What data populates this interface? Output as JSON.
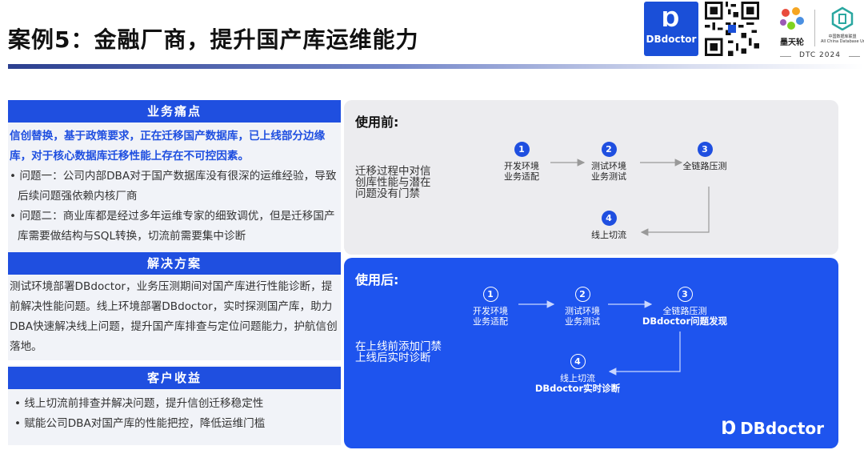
{
  "title": "案例5：金融厂商，提升国产库运维能力",
  "header": {
    "dbdoctor_logo": {
      "mark": "Ɒ",
      "word": "DBdoctor"
    },
    "qr_icon": "qr-code-icon",
    "mtl_text": "墨天轮",
    "alliance_text": "中国数据库联盟",
    "alliance_sub": "All China Database Union",
    "event": "DTC 2024"
  },
  "pain": {
    "heading": "业务痛点",
    "lead": "信创替换，基于政策要求，正在迁移国产数据库，已上线部分边缘库，对于核心数据库迁移性能上存在不可控因素。",
    "bullets": [
      "• 问题一：公司内部DBA对于国产数据库没有很深的运维经验，导致后续问题强依赖内核厂商",
      "• 问题二：商业库都是经过多年运维专家的细致调优，但是迁移国产库需要做结构与SQL转换，切流前需要集中诊断"
    ]
  },
  "solution": {
    "heading": "解决方案",
    "text": "测试环境部署DBdoctor，业务压测期间对国产库进行性能诊断，提前解决性能问题。线上环境部署DBdoctor，实时探测国产库，助力DBA快速解决线上问题，提升国产库排查与定位问题能力，护航信创落地。"
  },
  "benefit": {
    "heading": "客户收益",
    "bullets": [
      "• 线上切流前排查并解决问题，提升信创迁移稳定性",
      "• 赋能公司DBA对国产库的性能把控，降低运维门槛"
    ]
  },
  "before": {
    "title": "使用前:",
    "side": [
      "迁移过程中对信",
      "创库性能与潜在",
      "问题没有门禁"
    ],
    "steps": [
      {
        "num": "1",
        "line1": "开发环境",
        "line2": "业务适配"
      },
      {
        "num": "2",
        "line1": "测试环境",
        "line2": "业务测试"
      },
      {
        "num": "3",
        "line1": "全链路压测",
        "line2": ""
      },
      {
        "num": "4",
        "line1": "线上切流",
        "line2": ""
      }
    ]
  },
  "after": {
    "title": "使用后:",
    "side": [
      "在上线前添加门禁",
      "上线后实时诊断"
    ],
    "steps": [
      {
        "num": "1",
        "line1": "开发环境",
        "line2": "业务适配"
      },
      {
        "num": "2",
        "line1": "测试环境",
        "line2": "业务测试"
      },
      {
        "num": "3",
        "line1": "全链路压测",
        "line2": "DBdoctor问题发现"
      },
      {
        "num": "4",
        "line1": "线上切流",
        "line2": "DBdoctor实时诊断"
      }
    ],
    "brand": "DBdoctor"
  },
  "colors": {
    "accent": "#1f4fe0",
    "after_bg": "#1e54ee",
    "before_bg": "#ececef"
  }
}
